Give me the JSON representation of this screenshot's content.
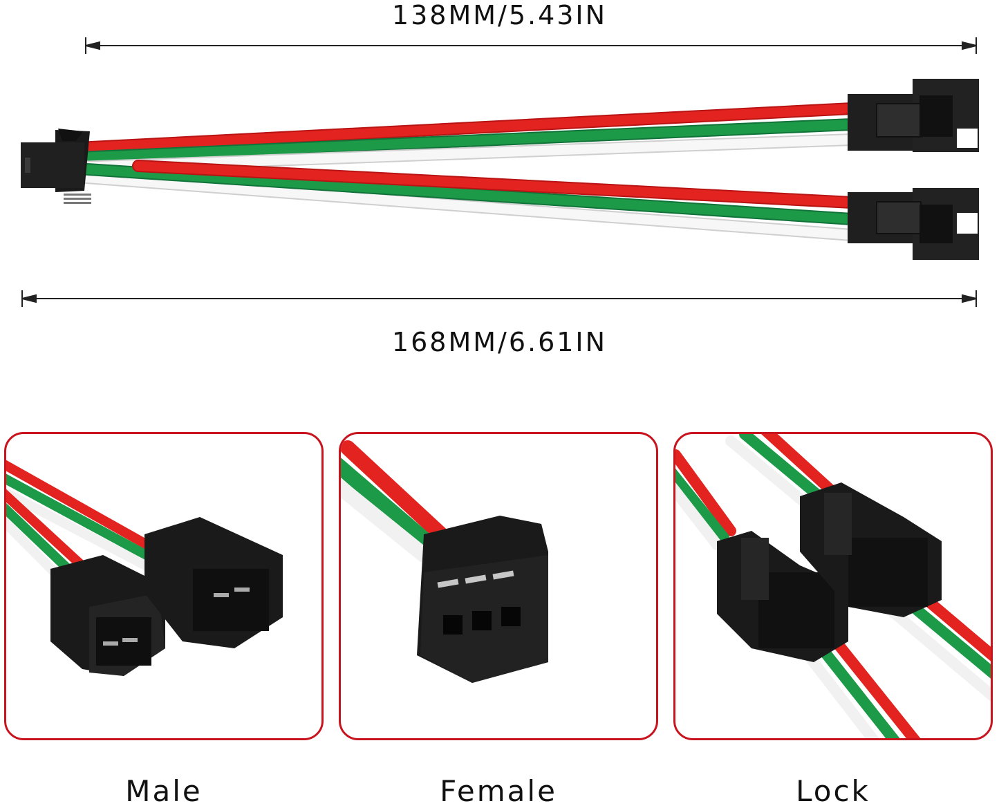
{
  "dimensions": {
    "top": "138MM/5.43IN",
    "bottom": "168MM/6.61IN"
  },
  "captions": {
    "male": "Male",
    "female": "Female",
    "lock": "Lock"
  },
  "colors": {
    "wire_red": "#e3231f",
    "wire_green": "#1d9a48",
    "wire_white": "#f4f4f4",
    "connector": "#1c1c1c",
    "panel_border": "#c8141e"
  }
}
